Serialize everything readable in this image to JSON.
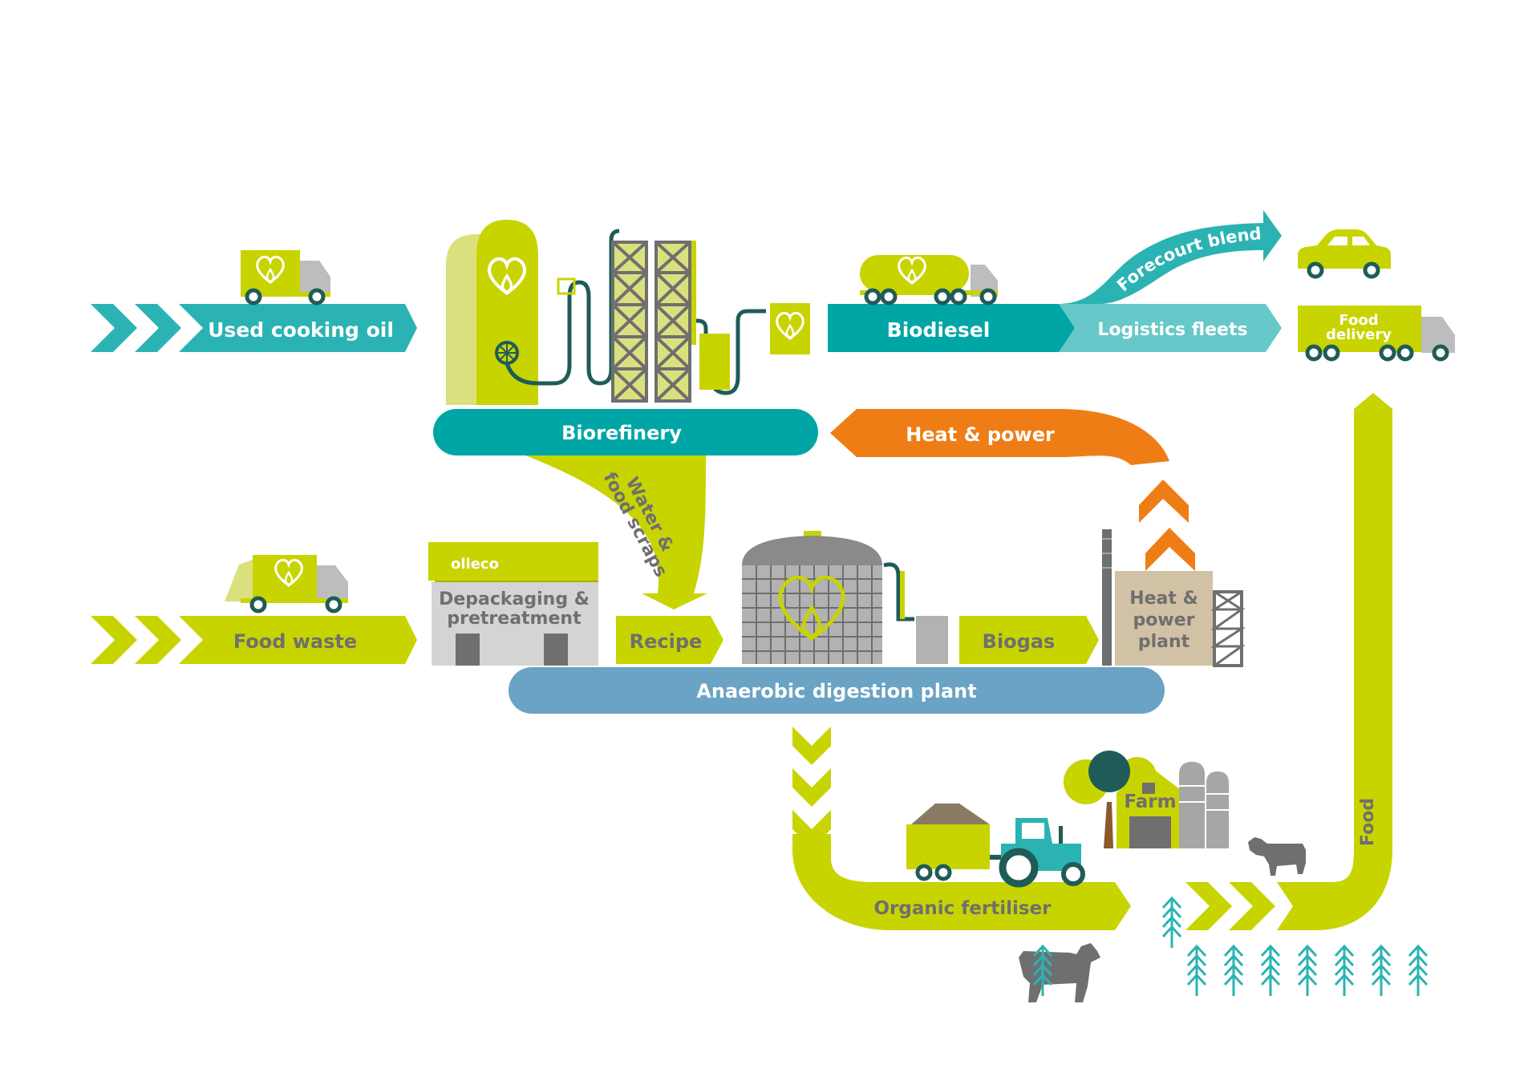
{
  "colors": {
    "lime": "#c8d400",
    "lime_light": "#dbe07e",
    "teal": "#00a6a6",
    "teal_light": "#66c8c8",
    "orange": "#ef7d16",
    "steel_blue": "#6aa3c3",
    "grey": "#a6a6a6",
    "grey_dark": "#6f6f6f",
    "tan": "#d2c2a5",
    "dark_teal": "#1f5c57"
  },
  "flows": {
    "used_cooking_oil": "Used cooking oil",
    "biodiesel": "Biodiesel",
    "logistics_fleets": "Logistics fleets",
    "forecourt_blends": "Forecourt blends",
    "food_delivery_line1": "Food",
    "food_delivery_line2": "delivery",
    "heat_power": "Heat & power",
    "water_food_scraps_line1": "Water &",
    "water_food_scraps_line2": "food scraps",
    "food_waste": "Food waste",
    "recipe": "Recipe",
    "biogas": "Biogas",
    "organic_fertiliser": "Organic fertiliser",
    "food": "Food"
  },
  "facilities": {
    "biorefinery": "Biorefinery",
    "depackaging_line1": "Depackaging &",
    "depackaging_line2": "pretreatment",
    "brand": "olleco",
    "anaerobic_digestion": "Anaerobic digestion plant",
    "chp_line1": "Heat &",
    "chp_line2": "power",
    "chp_line3": "plant",
    "farm": "Farm"
  },
  "icons": [
    "heart-drop-logo-icon",
    "truck-icon",
    "tanker-icon",
    "car-icon",
    "bin-lorry-icon",
    "tractor-icon",
    "cow-icon",
    "crop-icon",
    "tree-icon",
    "silo-icon",
    "chimney-icon"
  ]
}
